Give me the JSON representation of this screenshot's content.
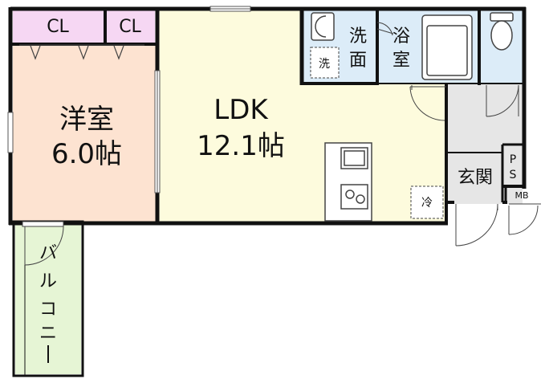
{
  "floorplan": {
    "rooms": {
      "closet_left": {
        "label": "CL",
        "color": "#f6d7f3"
      },
      "closet_right": {
        "label": "CL",
        "color": "#f6d7f3"
      },
      "western_room": {
        "line1": "洋室",
        "line2": "6.0帖",
        "color": "#fde3d1"
      },
      "ldk": {
        "line1": "LDK",
        "line2": "12.1帖",
        "color": "#fdfbdd"
      },
      "washroom": {
        "line1": "洗",
        "line2": "面",
        "color": "#dcecf8"
      },
      "washer_mark": {
        "label": "洗"
      },
      "bathroom": {
        "line1": "浴",
        "line2": "室",
        "color": "#dcecf8"
      },
      "toilet": {
        "color": "#dcecf8"
      },
      "entrance": {
        "label": "玄関",
        "color": "#e6e6e6"
      },
      "balcony": {
        "chars": [
          "バ",
          "ル",
          "コ",
          "ニ",
          "ー"
        ],
        "color": "#e6f5d5"
      }
    },
    "fixtures": {
      "fridge_mark": "冷",
      "ps_label_1": "P",
      "ps_label_2": "S",
      "mb_label": "MB"
    },
    "colors": {
      "wall": "#111111",
      "fixture_line": "#444444"
    }
  }
}
